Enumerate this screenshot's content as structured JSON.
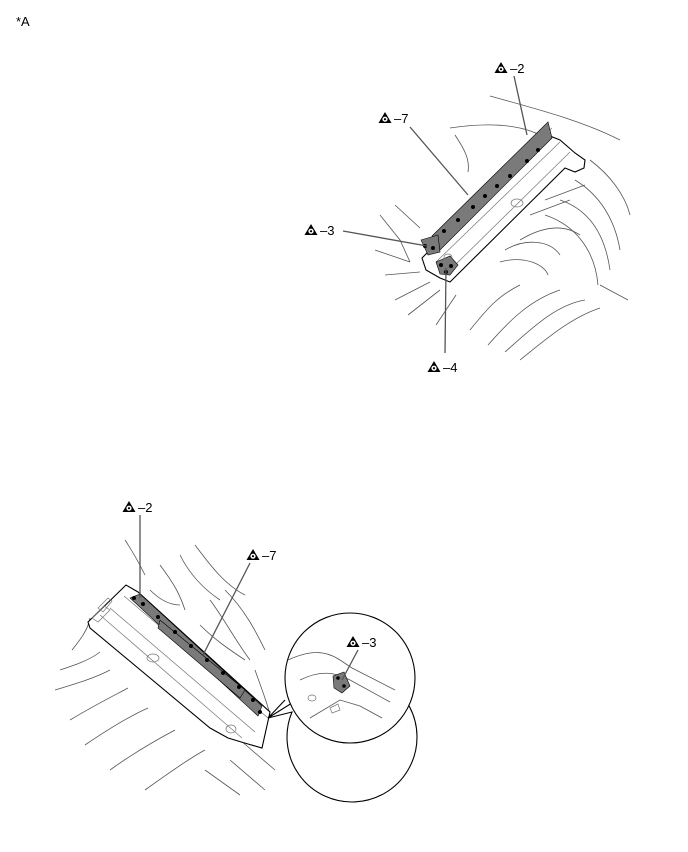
{
  "diagram": {
    "view_label": "*A",
    "top_view": {
      "callouts": [
        {
          "id": "top-callout-2",
          "text": "–2"
        },
        {
          "id": "top-callout-7",
          "text": "–7"
        },
        {
          "id": "top-callout-3",
          "text": "–3"
        },
        {
          "id": "top-callout-4",
          "text": "–4"
        }
      ]
    },
    "bottom_view": {
      "callouts": [
        {
          "id": "bottom-callout-2",
          "text": "–2"
        },
        {
          "id": "bottom-callout-7",
          "text": "–7"
        },
        {
          "id": "bottom-callout-3",
          "text": "–3"
        }
      ]
    }
  }
}
